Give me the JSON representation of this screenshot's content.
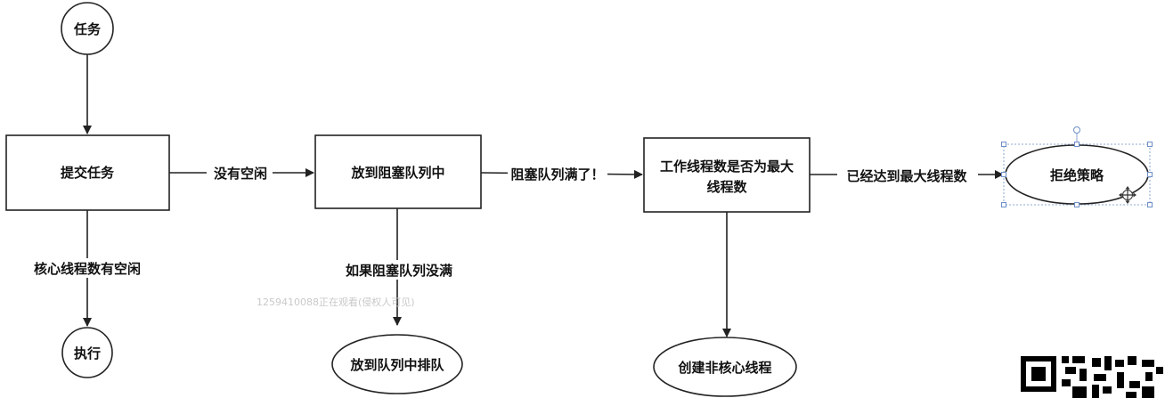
{
  "nodes": {
    "task": "任务",
    "submit": "提交任务",
    "queue": "放到阻塞队列中",
    "workers_line1": "工作线程数是否为最大",
    "workers_line2": "线程数",
    "reject": "拒绝策略",
    "execute": "执行",
    "queue_wait": "放到队列中排队",
    "create_non_core": "创建非核心线程"
  },
  "edges": {
    "no_idle": "没有空闲",
    "queue_full": "阻塞队列满了！",
    "max_reached": "已经达到最大线程数",
    "core_idle": "核心线程数有空闲",
    "queue_not_full": "如果阻塞队列没满"
  },
  "watermark": "1259410088正在观看(侵权人可见)",
  "colors": {
    "stroke": "#222222",
    "selection": "#6d8fc7"
  }
}
